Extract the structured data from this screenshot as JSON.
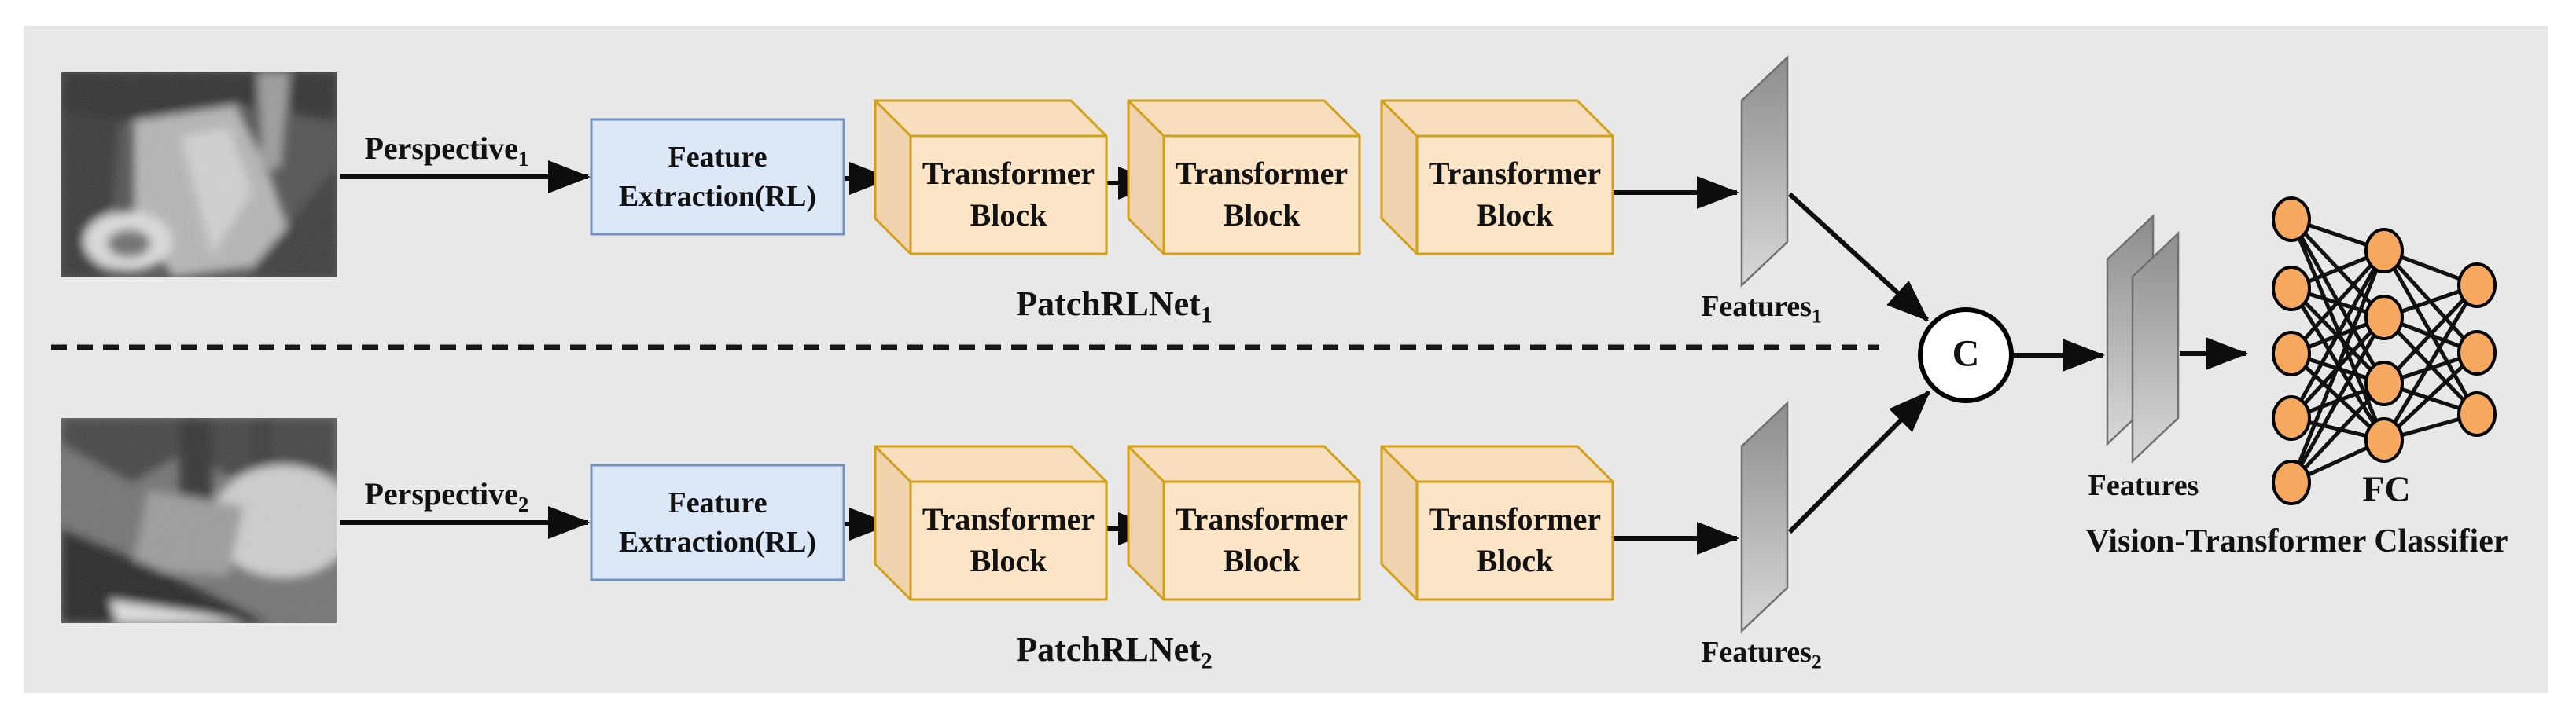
{
  "figure": {
    "branches": [
      {
        "input_label": "Perspective",
        "input_sub": "1",
        "extraction_line1": "Feature",
        "extraction_line2": "Extraction(RL)",
        "block_line1": "Transformer",
        "block_line2": "Block",
        "net_label": "PatchRLNet",
        "net_sub": "1",
        "features_label": "Features",
        "features_sub": "1"
      },
      {
        "input_label": "Perspective",
        "input_sub": "2",
        "extraction_line1": "Feature",
        "extraction_line2": "Extraction(RL)",
        "block_line1": "Transformer",
        "block_line2": "Block",
        "net_label": "PatchRLNet",
        "net_sub": "2",
        "features_label": "Features",
        "features_sub": "2"
      }
    ],
    "merge": {
      "concat_label": "C"
    },
    "head": {
      "features_label": "Features",
      "fc_label": "FC",
      "classifier_label": "Vision-Transformer Classifier"
    },
    "colors": {
      "panel_bg": "#e8e8e8",
      "box_fill": "#dce8f7",
      "box_border": "#7191c1",
      "cube_front": "#fce5c7",
      "cube_top": "#f6debe",
      "cube_side": "#eed3ae",
      "cube_border": "#d4a017",
      "node_fill": "#f6a85e",
      "sheet_top": "#8d8d8d",
      "sheet_bottom": "#d8d8d8",
      "sheet_border": "#707070",
      "arrow": "#111111"
    }
  }
}
